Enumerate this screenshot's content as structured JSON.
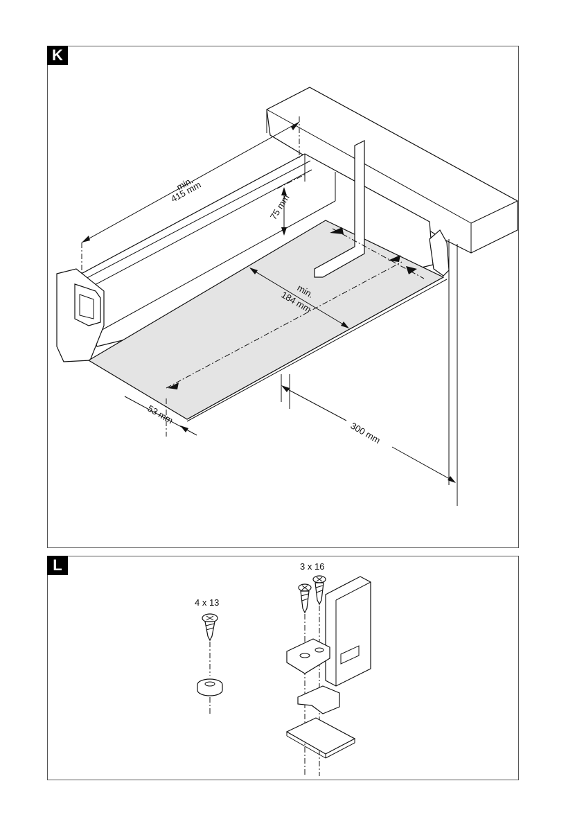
{
  "panels": {
    "k": {
      "label": "K"
    },
    "l": {
      "label": "L"
    }
  },
  "dimensions": {
    "width_min": "min.",
    "width_value": "415 mm",
    "height_value": "75 mm",
    "depth_min": "min.",
    "depth_value": "184 mm",
    "offset_value": "53 mm",
    "distance_value": "300 mm"
  },
  "screws": {
    "small": "4 x 13",
    "large": "3 x 16"
  }
}
